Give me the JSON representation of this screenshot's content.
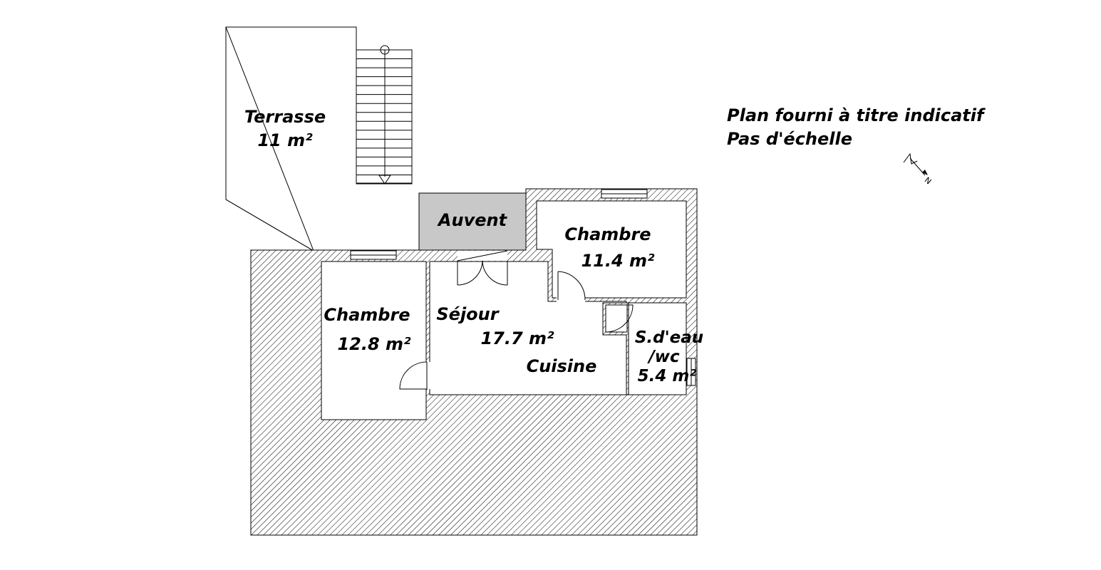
{
  "rooms": {
    "terrasse": {
      "name": "Terrasse",
      "area": "11 m²"
    },
    "auvent": {
      "name": "Auvent"
    },
    "chambre_top": {
      "name": "Chambre",
      "area": "11.4 m²"
    },
    "chambre_left": {
      "name": "Chambre",
      "area": "12.8 m²"
    },
    "sejour": {
      "name": "Séjour",
      "area": "17.7 m²",
      "sub": "Cuisine"
    },
    "sdeau": {
      "line1": "S.d'eau",
      "line2": "/wc",
      "area": "5.4 m²"
    }
  },
  "notes": {
    "line1": "Plan fourni à titre indicatif",
    "line2": "Pas d'échelle"
  },
  "compass": {
    "label": "N"
  },
  "colors": {
    "wall": "#000000",
    "auvent_fill": "#c8c8c8",
    "background": "#ffffff"
  }
}
